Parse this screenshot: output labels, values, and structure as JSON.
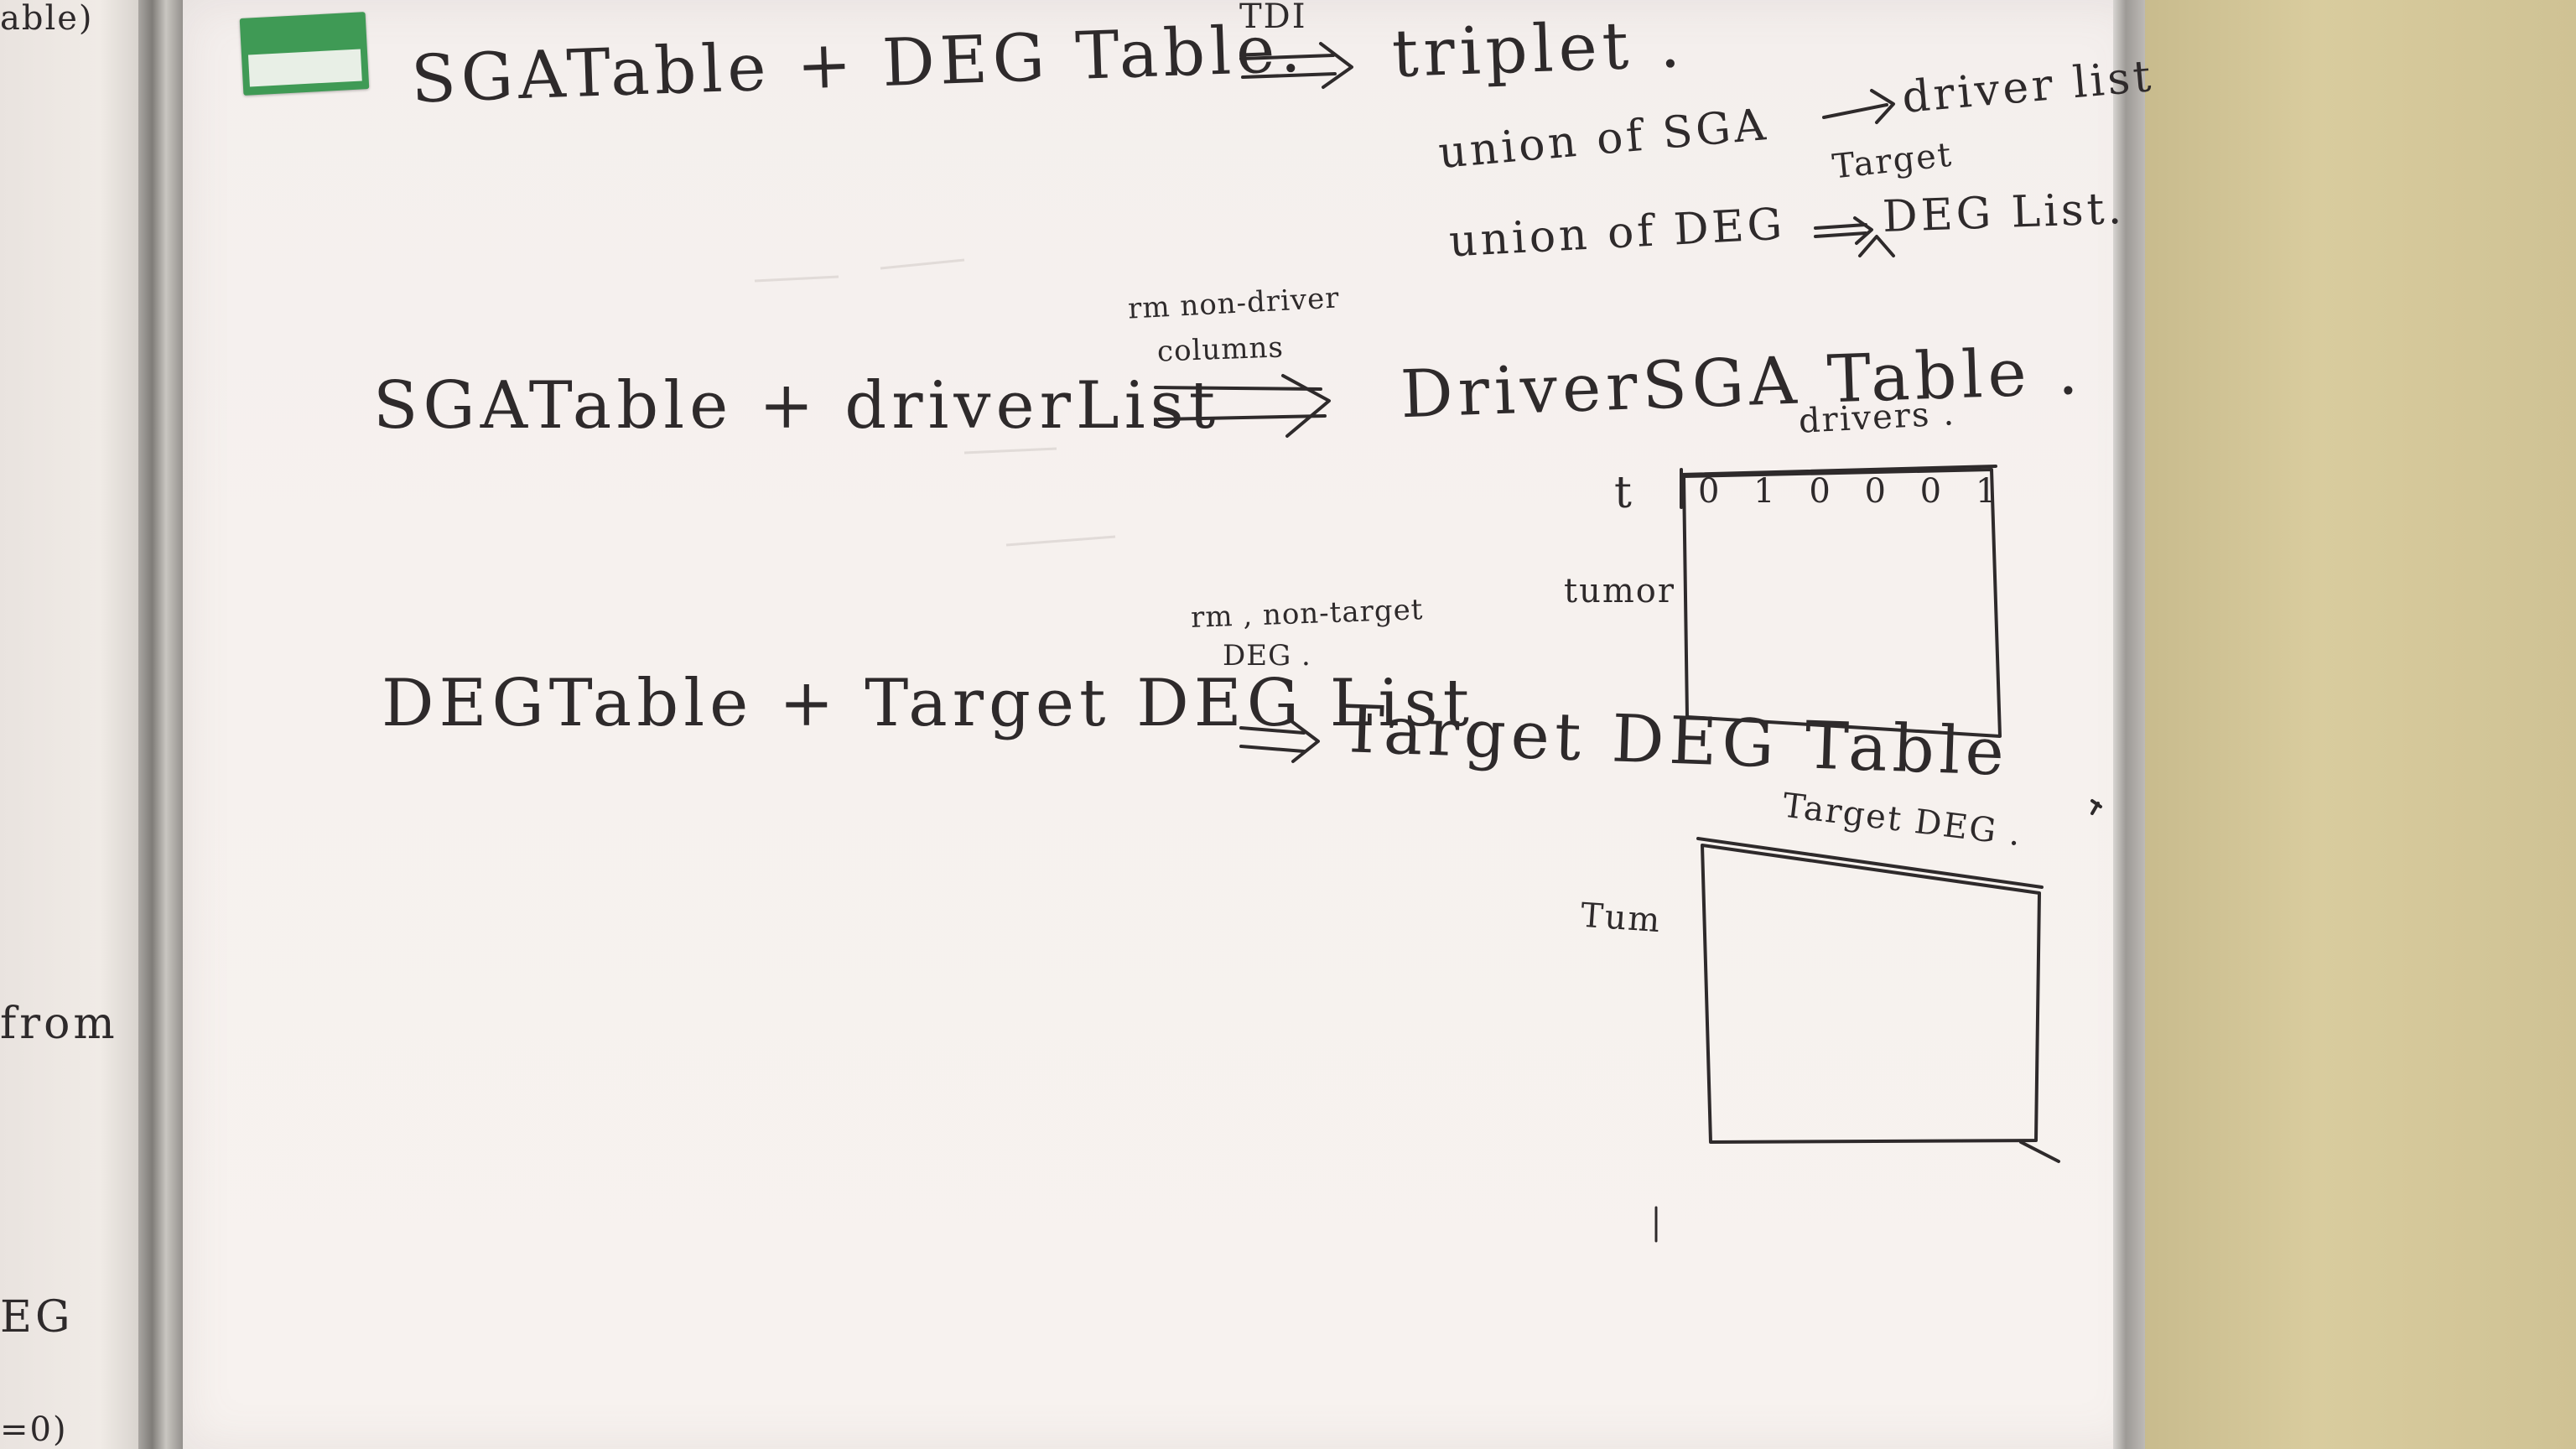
{
  "left_board": {
    "top_text": "able)",
    "mid_text": "from",
    "bottom_text": "EG",
    "bottom_paren": "=0)"
  },
  "row1": {
    "lhs": "SGATable + DEG Table.",
    "arrow_label": "TDI",
    "rhs": "triplet ."
  },
  "union1": {
    "text": "union of SGA",
    "result": "driver list"
  },
  "union2": {
    "text": "union of DEG",
    "superscript": "Target",
    "result": "DEG List."
  },
  "row2": {
    "lhs": "SGATable + driverList",
    "arrow_label_1": "rm non-driver",
    "arrow_label_2": "columns",
    "rhs": "DriverSGA Table ."
  },
  "table1": {
    "col_header": "drivers .",
    "row_header_top": "t",
    "row_header": "tumor",
    "values": "0 1 0 0 0 1"
  },
  "row3": {
    "lhs": "DEGTable + Target DEG List",
    "note_1": "rm , non-target",
    "note_2": "DEG .",
    "rhs": "Target DEG Table"
  },
  "table2": {
    "col_header": "Target DEG .",
    "row_header": "Tum"
  },
  "colors": {
    "ink": "#2e2a2b",
    "board": "#f6f1ee",
    "wall": "#d3c697",
    "sticker": "#3f9a55"
  }
}
